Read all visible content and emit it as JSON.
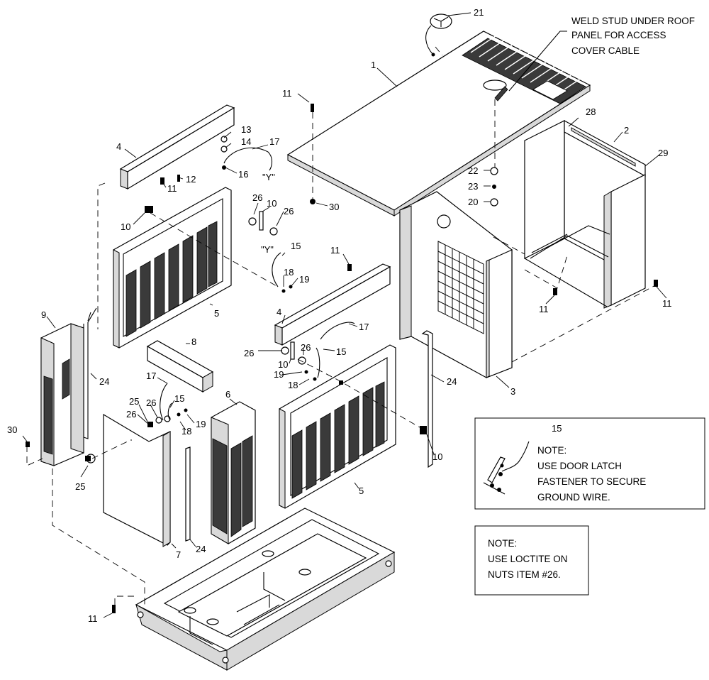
{
  "callouts": [
    {
      "id": "c21",
      "text": "21"
    },
    {
      "id": "c1",
      "text": "1"
    },
    {
      "id": "c11a",
      "text": "11"
    },
    {
      "id": "c28",
      "text": "28"
    },
    {
      "id": "c2",
      "text": "2"
    },
    {
      "id": "c29",
      "text": "29"
    },
    {
      "id": "c4a",
      "text": "4"
    },
    {
      "id": "c13",
      "text": "13"
    },
    {
      "id": "c14",
      "text": "14"
    },
    {
      "id": "c17a",
      "text": "17"
    },
    {
      "id": "c12",
      "text": "12"
    },
    {
      "id": "c16",
      "text": "16"
    },
    {
      "id": "cYa",
      "text": "\"Y\""
    },
    {
      "id": "c11b",
      "text": "11"
    },
    {
      "id": "c22",
      "text": "22"
    },
    {
      "id": "c23",
      "text": "23"
    },
    {
      "id": "c20",
      "text": "20"
    },
    {
      "id": "c30a",
      "text": "30"
    },
    {
      "id": "c10a",
      "text": "10"
    },
    {
      "id": "c26a",
      "text": "26"
    },
    {
      "id": "c10b",
      "text": "10"
    },
    {
      "id": "c26b",
      "text": "26"
    },
    {
      "id": "cYb",
      "text": "\"Y\""
    },
    {
      "id": "c15a",
      "text": "15"
    },
    {
      "id": "c11c",
      "text": "11"
    },
    {
      "id": "c18a",
      "text": "18"
    },
    {
      "id": "c19a",
      "text": "19"
    },
    {
      "id": "c5a",
      "text": "5"
    },
    {
      "id": "c11d",
      "text": "11"
    },
    {
      "id": "c11e",
      "text": "11"
    },
    {
      "id": "c9",
      "text": "9"
    },
    {
      "id": "c4b",
      "text": "4"
    },
    {
      "id": "c17b",
      "text": "17"
    },
    {
      "id": "c8",
      "text": "8"
    },
    {
      "id": "c26c",
      "text": "26"
    },
    {
      "id": "c26d",
      "text": "26"
    },
    {
      "id": "c15b",
      "text": "15"
    },
    {
      "id": "c10c",
      "text": "10"
    },
    {
      "id": "c19b",
      "text": "19"
    },
    {
      "id": "c18b",
      "text": "18"
    },
    {
      "id": "c24a",
      "text": "24"
    },
    {
      "id": "c24b",
      "text": "24"
    },
    {
      "id": "c3",
      "text": "3"
    },
    {
      "id": "c17c",
      "text": "17"
    },
    {
      "id": "c25a",
      "text": "25"
    },
    {
      "id": "c26e",
      "text": "26"
    },
    {
      "id": "c15c",
      "text": "15"
    },
    {
      "id": "c26f",
      "text": "26"
    },
    {
      "id": "c18c",
      "text": "18"
    },
    {
      "id": "c19c",
      "text": "19"
    },
    {
      "id": "c6",
      "text": "6"
    },
    {
      "id": "c30b",
      "text": "30"
    },
    {
      "id": "c25b",
      "text": "25"
    },
    {
      "id": "c10d",
      "text": "10"
    },
    {
      "id": "c5b",
      "text": "5"
    },
    {
      "id": "c7",
      "text": "7"
    },
    {
      "id": "c24c",
      "text": "24"
    },
    {
      "id": "c11f",
      "text": "11"
    },
    {
      "id": "c15d",
      "text": "15"
    }
  ],
  "weld_note": {
    "line1": "WELD STUD UNDER ROOF",
    "line2": "PANEL FOR ACCESS",
    "line3": "COVER CABLE"
  },
  "note_ground": {
    "heading": "NOTE:",
    "line1": "USE DOOR LATCH",
    "line2": "FASTENER TO SECURE",
    "line3": "GROUND WIRE."
  },
  "note_loctite": {
    "heading": "NOTE:",
    "line1": "USE LOCTITE ON",
    "line2": "NUTS ITEM #26."
  }
}
